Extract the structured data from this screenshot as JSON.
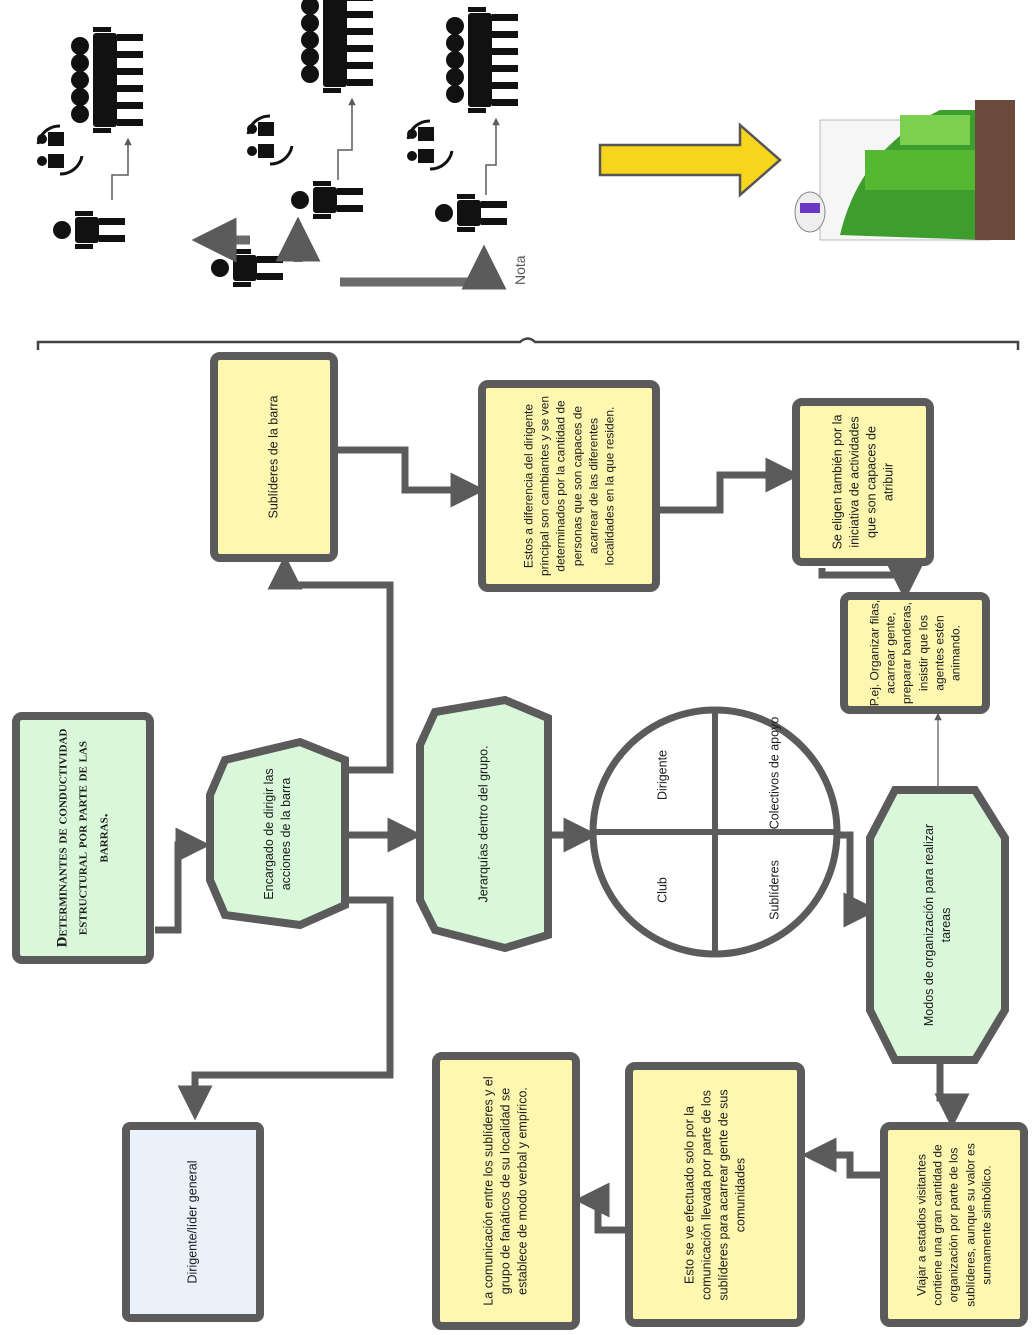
{
  "title": "Determinantes de conductividad estructural por parte de las barras.",
  "nota": "Nota",
  "nodes": {
    "encargado": "Encargado de dirigir las acciones de la barra",
    "sublideres_barra": "Sublíderes de la barra",
    "dirigente_general": "Dirigente/líder general",
    "jerarquias": "Jerarquías dentro del grupo.",
    "diferencia": "Estos a diferencia del dirigente principal son cambiantes y se ven determinados por la cantidad de personas que son capaces de acarrear de las diferentes localidades en la que residen.",
    "iniciativa": "Se eligen también por la iniciativa de actividades que son capaces de atribuir",
    "ejemplo": "P.ej. Organizar filas, acarrear gente, preparar banderas, insistir que los agentes estén animando.",
    "modos": "Modos de organización para realizar tareas",
    "viajar": "Viajar a estadios visitantes contiene una gran cantidad de organización por parte de los sublíderes, aunque su valor es sumamente simbólico.",
    "efectuado": "Esto se ve efectuado solo por la comunicación llevada por parte de los sublíderes para acarrear gente de sus comunidades",
    "comunicacion": "La comunicación entre los sublíderes y el grupo de fanáticos de su localidad se establece de modo verbal y empírico."
  },
  "circle": {
    "q1": "Dirigente",
    "q2": "Colectivos de apoyo",
    "q3": "Club",
    "q4": "Sublíderes"
  },
  "colors": {
    "border": "#5b5b5b",
    "yellow": "#fdf7b0",
    "green": "#d9f7d9",
    "blue": "#eaf1fb",
    "arrow": "#f2c811"
  }
}
